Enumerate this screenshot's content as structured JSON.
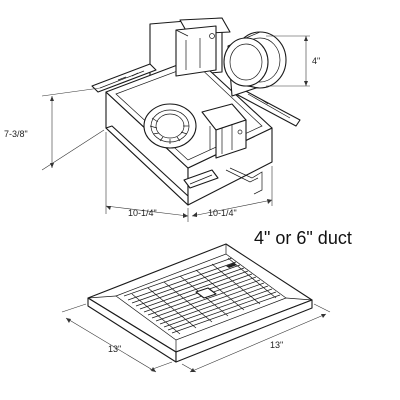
{
  "labels": {
    "housing_height": "7-3/8\"",
    "housing_width": "10-1/4\"",
    "housing_depth": "10-1/4\"",
    "duct_diameter": "4\"",
    "grille_width": "13\"",
    "grille_depth": "13\"",
    "duct_note": "4\" or 6\" duct"
  }
}
